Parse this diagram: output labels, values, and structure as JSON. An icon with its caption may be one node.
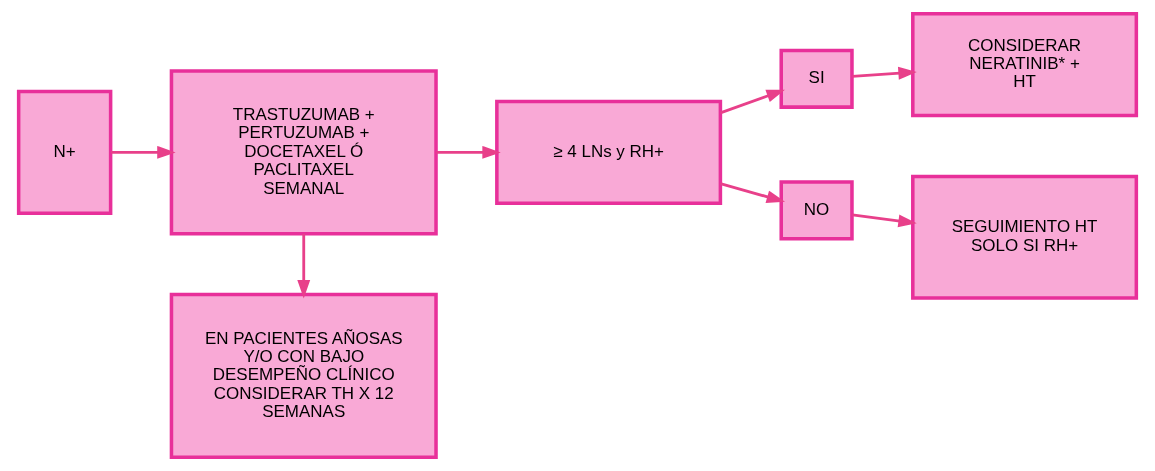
{
  "diagram": {
    "nodes": [
      {
        "text": [
          "N+"
        ]
      },
      {
        "text": [
          "TRASTUZUMAB + PERTUZUMAB + DOCETAXEL Ó PACLITAXEL SEMANAL"
        ]
      },
      {
        "text": [
          "EN PACIENTES AÑOSAS Y/O CON BAJO DESEMPEÑO CLÍNICO CONSIDERAR TH X 12 SEMANAS"
        ]
      },
      {
        "text": [
          "≥ 4 LNs y RH+"
        ]
      },
      {
        "text": [
          "SI"
        ]
      },
      {
        "text": [
          "NO"
        ]
      },
      {
        "text": [
          "CONSIDERAR NERATINIB* + HT"
        ]
      },
      {
        "text": [
          "SEGUIMIENTO HT SOLO SI RH+"
        ]
      }
    ],
    "edges": [
      {
        "from": 0,
        "to": 1,
        "arrow": "to"
      },
      {
        "from": 1,
        "to": 3,
        "arrow": "to"
      },
      {
        "from": 1,
        "to": 2,
        "arrow": "to"
      },
      {
        "from": 3,
        "to": 4,
        "arrow": "to"
      },
      {
        "from": 3,
        "to": 5,
        "arrow": "to"
      },
      {
        "from": 4,
        "to": 6,
        "arrow": "to"
      },
      {
        "from": 5,
        "to": 7,
        "arrow": "to"
      }
    ]
  }
}
